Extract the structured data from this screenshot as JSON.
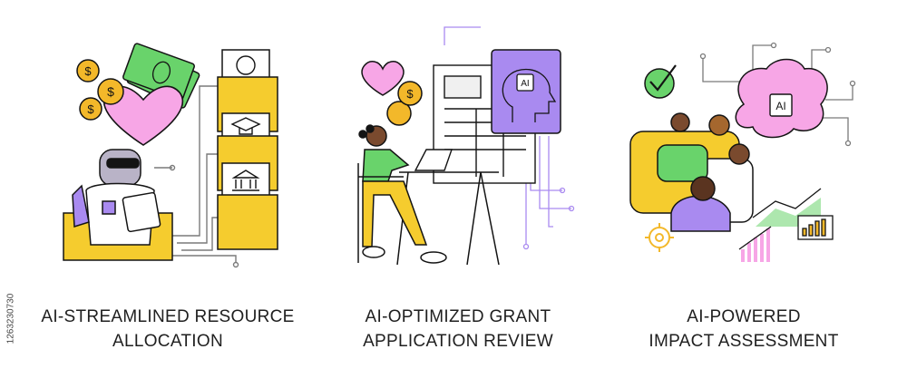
{
  "panels": [
    {
      "id": "resource-allocation",
      "caption_line1": "AI-STREAMLINED RESOURCE",
      "caption_line2": "ALLOCATION"
    },
    {
      "id": "grant-review",
      "caption_line1": "AI-OPTIMIZED GRANT",
      "caption_line2": "APPLICATION REVIEW"
    },
    {
      "id": "impact-assessment",
      "caption_line1": "AI-POWERED",
      "caption_line2": "IMPACT ASSESSMENT"
    }
  ],
  "stock_id": "1263230730",
  "chip_label": "AI",
  "colors": {
    "yellow": "#f5cc2e",
    "pink": "#f7a6e6",
    "purple": "#a98af0",
    "green": "#69d36b",
    "gold": "#f3b82a",
    "outline": "#141414",
    "circuit": "#7a7a7a"
  }
}
